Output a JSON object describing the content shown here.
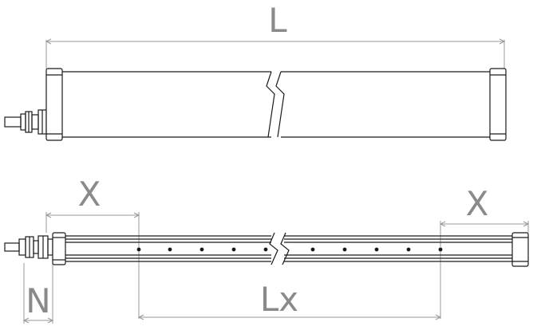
{
  "labels": {
    "length": "L",
    "offset_left": "X",
    "offset_right": "X",
    "connector": "N",
    "inner_length": "Lx"
  }
}
